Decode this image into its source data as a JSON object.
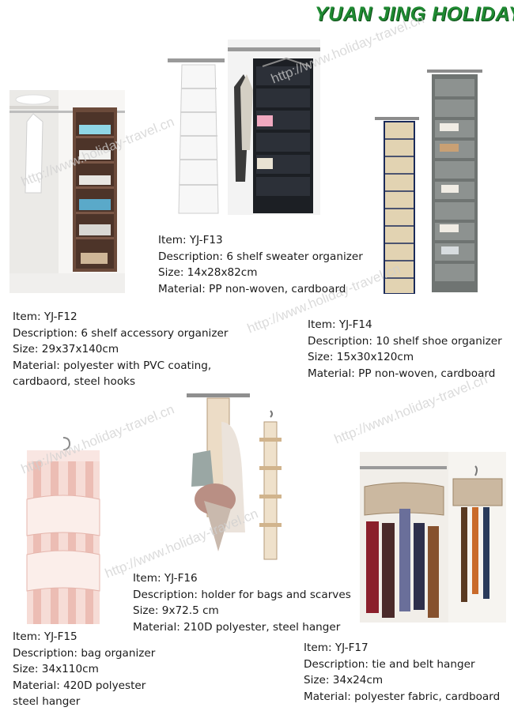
{
  "brand": {
    "name": "YUAN JING HOLIDAY",
    "color": "#1f8a32"
  },
  "watermark": "http://www.holiday-travel.cn",
  "products": {
    "f12": {
      "item": "Item: YJ-F12",
      "description": "Description: 6 shelf accessory organizer",
      "size": "Size: 29x37x140cm",
      "material": "Material: polyester with PVC coating,",
      "material2": "cardbaord, steel hooks"
    },
    "f13": {
      "item": "Item: YJ-F13",
      "description": "Description: 6 shelf sweater organizer",
      "size": "Size: 14x28x82cm",
      "material": "Material: PP non-woven, cardboard"
    },
    "f14": {
      "item": "Item: YJ-F14",
      "description": "Description: 10 shelf shoe organizer",
      "size": "Size: 15x30x120cm",
      "material": "Material: PP non-woven, cardboard"
    },
    "f15": {
      "item": "Item: YJ-F15",
      "description": "Description: bag organizer",
      "size": "Size: 34x110cm",
      "material": "Material: 420D polyester",
      "material2": "steel hanger"
    },
    "f16": {
      "item": "Item: YJ-F16",
      "description": "Description: holder for bags and scarves",
      "size": "Size: 9x72.5 cm",
      "material": "Material: 210D polyester, steel hanger"
    },
    "f17": {
      "item": "Item: YJ-F17",
      "description": "Description: tie and belt hanger",
      "size": "Size: 34x24cm",
      "material": "Material: polyester fabric, cardboard"
    }
  }
}
